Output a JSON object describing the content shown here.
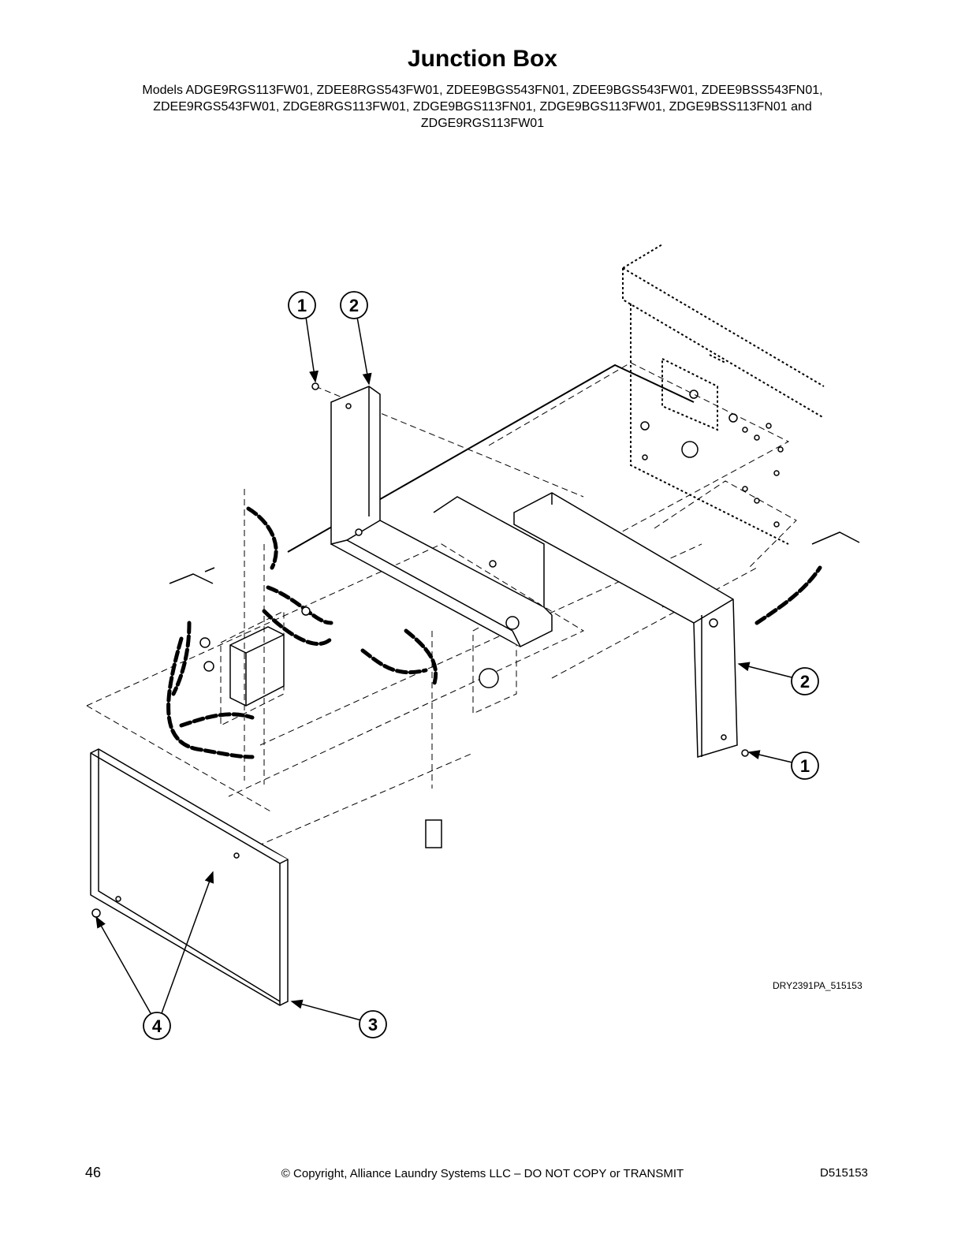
{
  "page": {
    "title": "Junction Box",
    "models_lines": [
      "Models ADGE9RGS113FW01, ZDEE8RGS543FW01, ZDEE9BGS543FN01, ZDEE9BGS543FW01, ZDEE9BSS543FN01,",
      "ZDEE9RGS543FW01, ZDGE8RGS113FW01, ZDGE9BGS113FN01, ZDGE9BGS113FW01, ZDGE9BSS113FN01 and",
      "ZDGE9RGS113FW01"
    ],
    "drawing_id": "DRY2391PA_515153",
    "page_number": "46",
    "copyright": "© Copyright, Alliance Laundry Systems LLC – DO NOT COPY or TRANSMIT",
    "doc_number": "D515153"
  },
  "callouts": {
    "screw_top": "1",
    "bracket_top": "2",
    "bracket_right": "2",
    "screw_right": "1",
    "cover_panel": "3",
    "cover_screws": "4"
  }
}
